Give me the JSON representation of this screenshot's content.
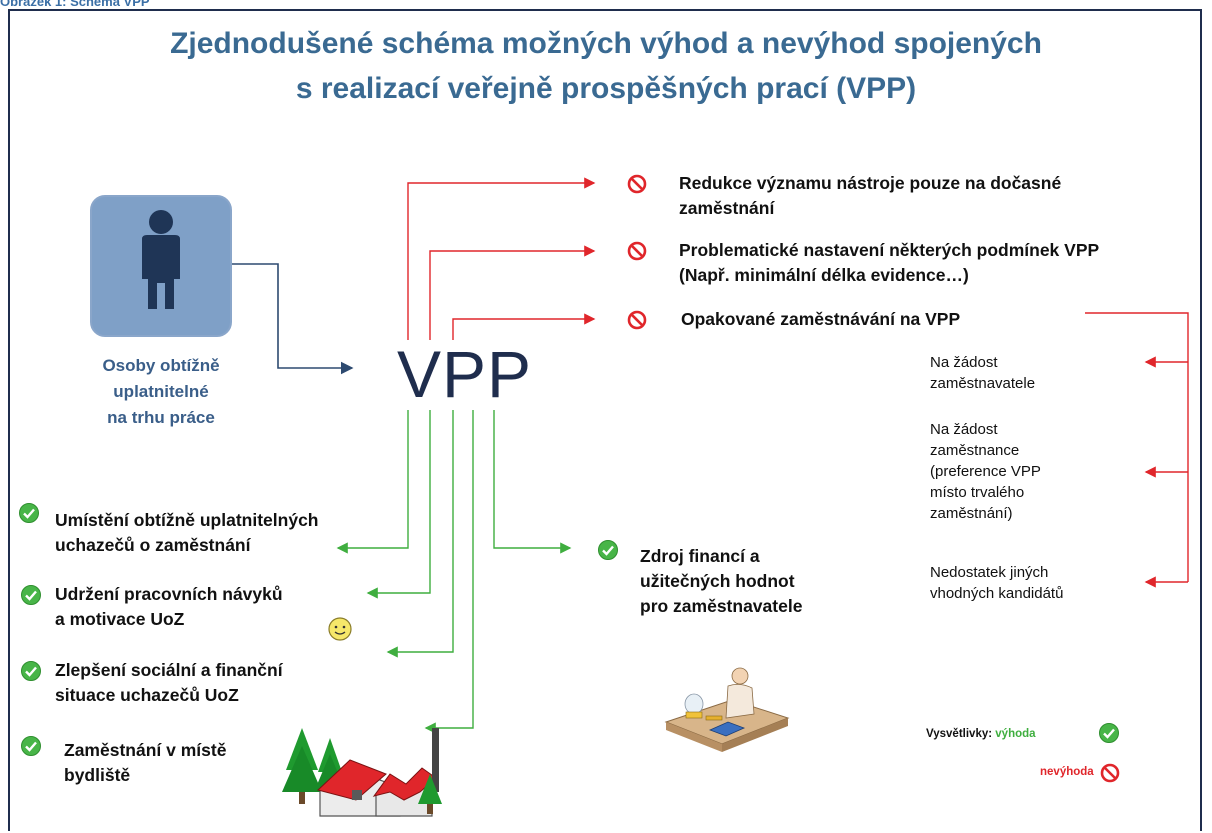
{
  "caption": "Obrázek 1: Schéma VPP",
  "title_line1": "Zjednodušené schéma možných výhod a nevýhod spojených",
  "title_line2": "s realizací veřejně prospěšných prací (VPP)",
  "person": {
    "icon": "person-icon",
    "label": [
      "Osoby obtížně",
      "uplatnitelné",
      "na trhu práce"
    ]
  },
  "center": "VPP",
  "disadvantages": [
    {
      "lines": [
        "Redukce významu nástroje pouze na dočasné",
        "zaměstnání"
      ]
    },
    {
      "lines": [
        "Problematické nastavení některých podmínek VPP",
        "(Např. minimální délka evidence…)"
      ]
    },
    {
      "lines": [
        "Opakované zaměstnávání na VPP"
      ]
    }
  ],
  "reasons": [
    {
      "lines": [
        "Na žádost",
        "zaměstnavatele"
      ]
    },
    {
      "lines": [
        "Na žádost",
        "zaměstnance",
        "(preference VPP",
        "místo trvalého",
        "zaměstnání)"
      ]
    },
    {
      "lines": [
        "Nedostatek jiných",
        "vhodných kandidátů"
      ]
    }
  ],
  "advantages": [
    {
      "lines": [
        "Umístění obtížně uplatnitelných",
        "uchazečů o zaměstnání"
      ]
    },
    {
      "lines": [
        "Udržení pracovních návyků",
        "a motivace UoZ"
      ]
    },
    {
      "lines": [
        "Zlepšení sociální a finanční",
        "situace uchazečů UoZ"
      ]
    },
    {
      "lines": [
        "Zaměstnání v místě",
        "bydliště"
      ]
    },
    {
      "lines": [
        "Zdroj financí a",
        "užitečných hodnot",
        "pro zaměstnavatele"
      ]
    }
  ],
  "legend": {
    "label": "Vysvětlivky:",
    "advantage": "výhoda",
    "disadvantage": "nevýhoda"
  },
  "colors": {
    "title": "#3a6a92",
    "advantage": "#3fae3f",
    "disadvantage": "#e0262b",
    "frame": "#1f2d4d",
    "person_box": "#7fa0c7",
    "person": "#1f3556"
  }
}
